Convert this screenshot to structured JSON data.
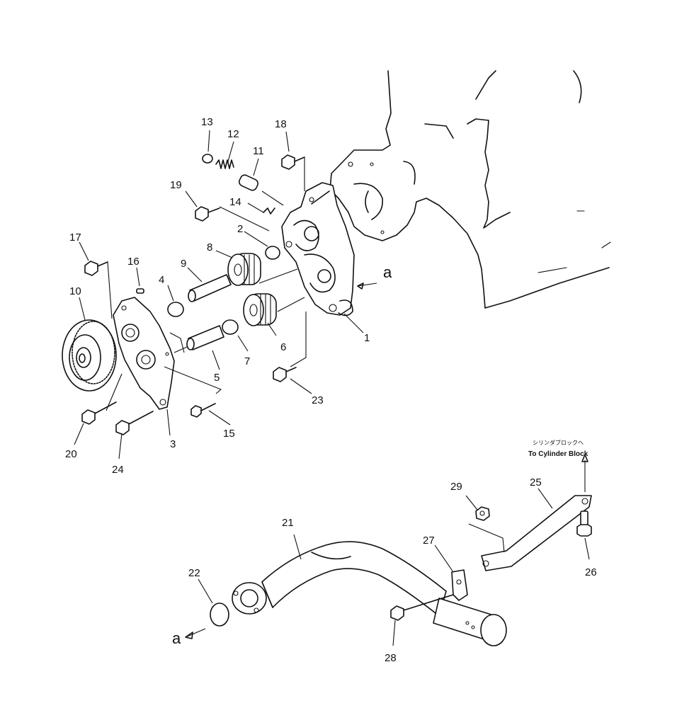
{
  "callouts": {
    "n1": "1",
    "n2": "2",
    "n3": "3",
    "n4": "4",
    "n5": "5",
    "n6": "6",
    "n7": "7",
    "n8": "8",
    "n9": "9",
    "n10": "10",
    "n11": "11",
    "n12": "12",
    "n13": "13",
    "n14": "14",
    "n15": "15",
    "n16": "16",
    "n17": "17",
    "n18": "18",
    "n19": "19",
    "n20": "20",
    "n21": "21",
    "n22": "22",
    "n23": "23",
    "n24": "24",
    "n25": "25",
    "n26": "26",
    "n27": "27",
    "n28": "28",
    "n29": "29"
  },
  "connection_marker": {
    "upper": "a",
    "lower": "a"
  },
  "destination_note": {
    "japanese": "シリンダブロックへ",
    "english": "To Cylinder Block"
  }
}
